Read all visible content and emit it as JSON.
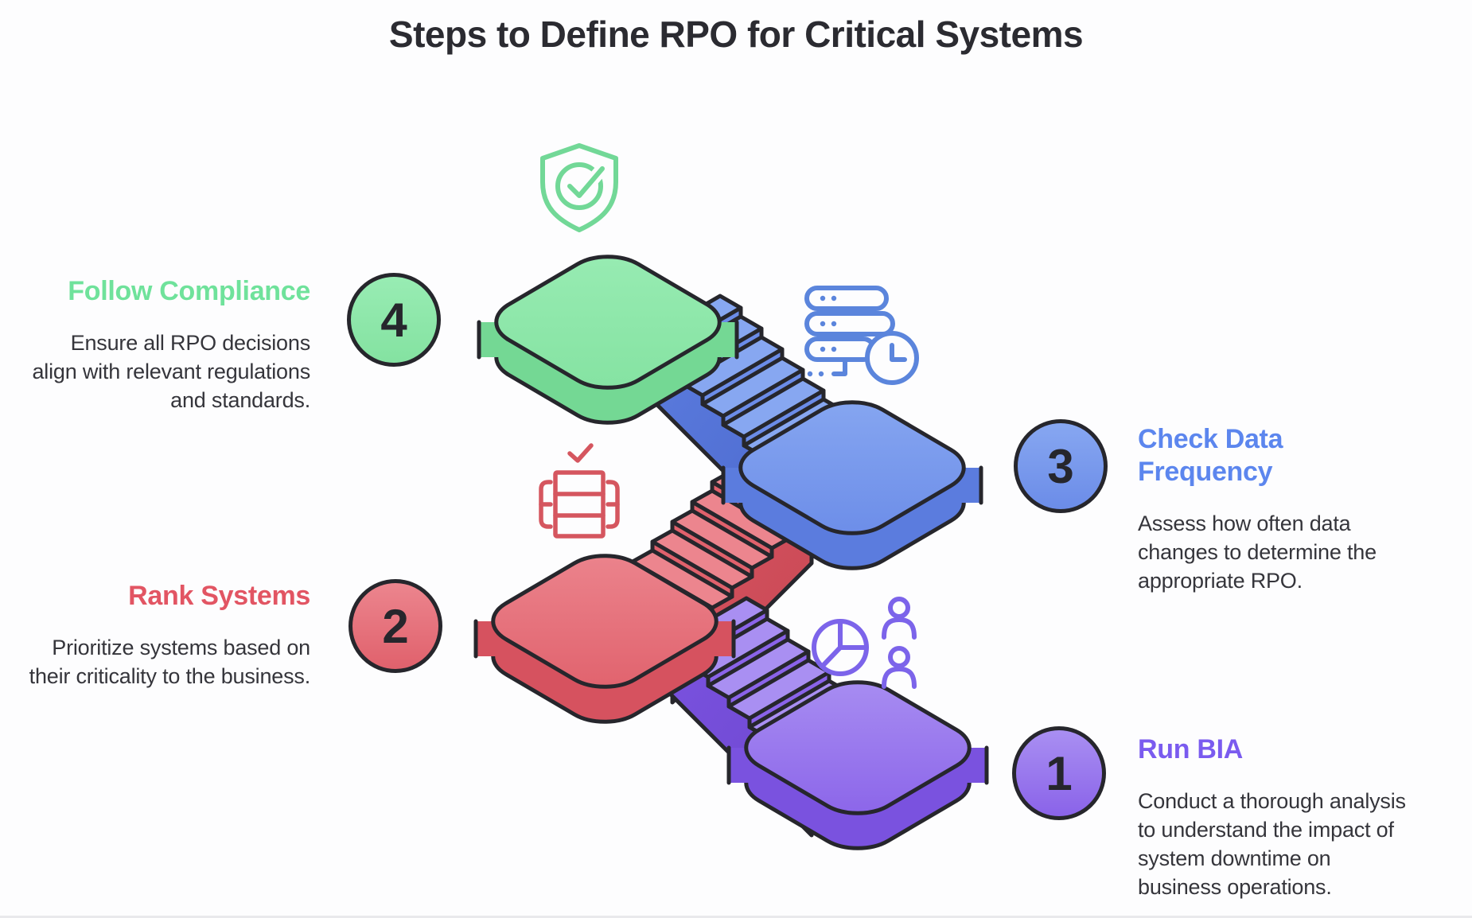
{
  "title": "Steps to Define RPO for Critical Systems",
  "background_color": "#fdfdfe",
  "outline_color": "#26262c",
  "body_text_color": "#35353b",
  "title_color": "#2b2b31",
  "steps": [
    {
      "number": "1",
      "heading": "Run BIA",
      "body": "Conduct a thorough analysis to understand the impact of system downtime on business operations.",
      "heading_color": "#7a5bef",
      "icon": "pie-chart-people-icon",
      "icon_color": "#7c64ea",
      "color_light": "#a98ff2",
      "color_base": "#8a63e9",
      "color_dark": "#7a52df",
      "color_deep": "#6d47cf"
    },
    {
      "number": "2",
      "heading": "Rank Systems",
      "body": "Prioritize systems based on their criticality to the business.",
      "heading_color": "#e25563",
      "icon": "database-check-icon",
      "icon_color": "#d5565f",
      "color_light": "#ec858e",
      "color_base": "#e0616c",
      "color_dark": "#d6525f",
      "color_deep": "#c74854"
    },
    {
      "number": "3",
      "heading": "Check Data Frequency",
      "body": "Assess how often data changes to determine the appropriate RPO.",
      "heading_color": "#5c86ee",
      "icon": "server-clock-icon",
      "icon_color": "#5b85dc",
      "color_light": "#87a7f1",
      "color_base": "#6b8ce8",
      "color_dark": "#5b7cde",
      "color_deep": "#4e6bd0"
    },
    {
      "number": "4",
      "heading": "Follow Compliance",
      "body": "Ensure all RPO decisions align with relevant regulations and standards.",
      "heading_color": "#6fe29b",
      "icon": "shield-check-icon",
      "icon_color": "#72d897",
      "color_light": "#98ecb3",
      "color_base": "#84e2a1",
      "color_dark": "#74d894",
      "color_deep": "#5fc983"
    }
  ]
}
